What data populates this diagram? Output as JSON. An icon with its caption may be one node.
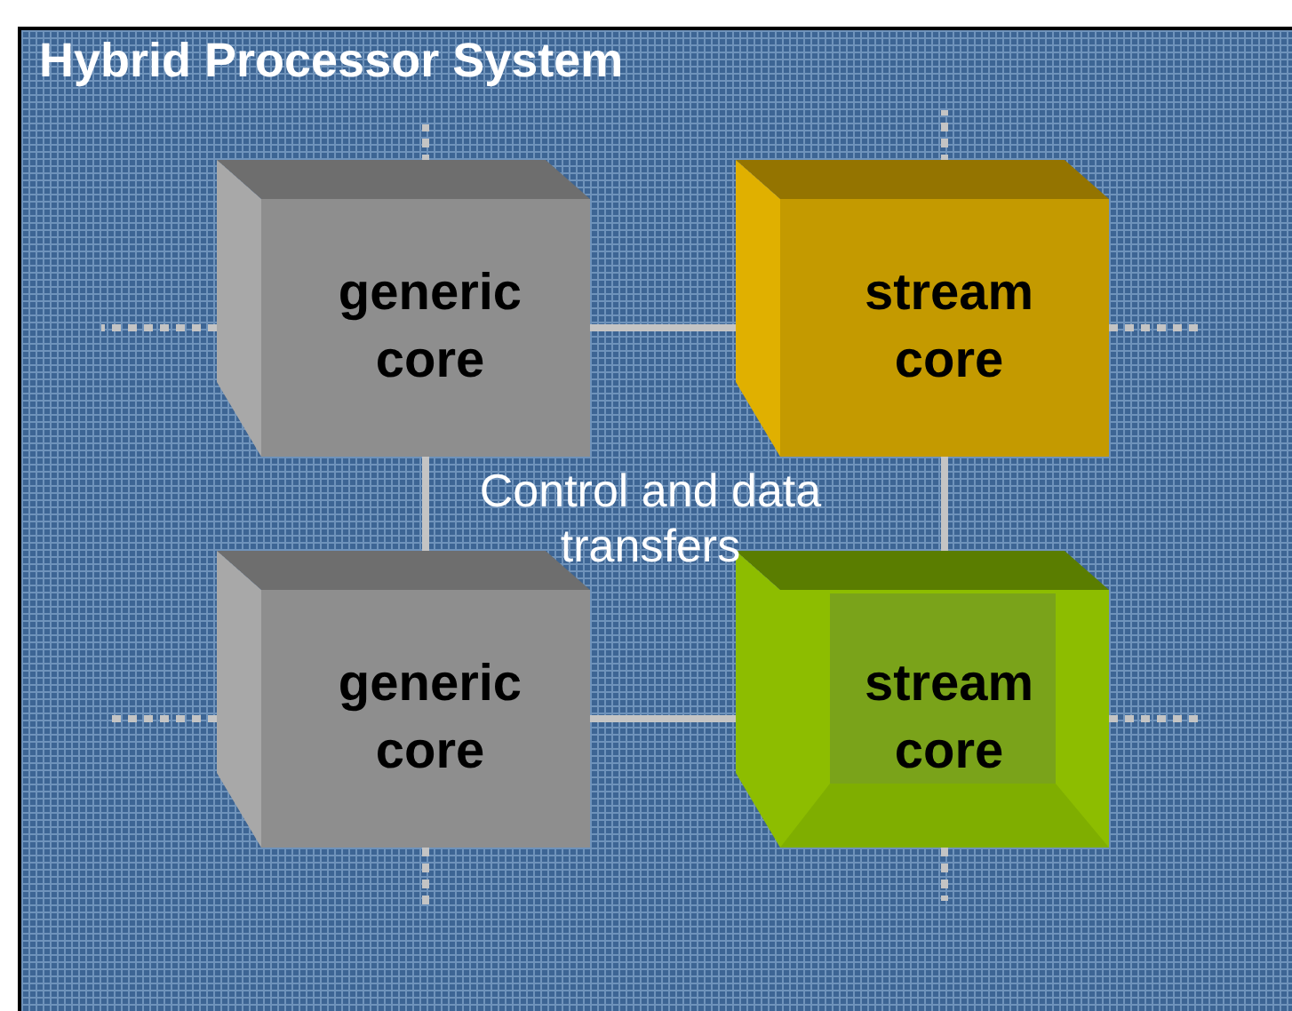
{
  "diagram": {
    "title": "Hybrid Processor System",
    "nodes": [
      {
        "text": [
          "generic core"
        ]
      },
      {
        "text": [
          "stream core"
        ]
      },
      {
        "text": [
          "generic core"
        ]
      },
      {
        "text": [
          "stream core"
        ]
      }
    ],
    "edges": [
      {
        "from": 0,
        "to": 1,
        "arrow": "none"
      },
      {
        "from": 0,
        "to": 2,
        "arrow": "none"
      },
      {
        "from": 1,
        "to": 3,
        "arrow": "none"
      },
      {
        "from": 2,
        "to": 3,
        "arrow": "none"
      },
      {
        "from": 0,
        "to": null,
        "arrow": "none",
        "style": "dashed"
      },
      {
        "from": 0,
        "to": null,
        "arrow": "none",
        "style": "dashed"
      },
      {
        "from": 1,
        "to": null,
        "arrow": "none",
        "style": "dashed"
      },
      {
        "from": 1,
        "to": null,
        "arrow": "none",
        "style": "dashed"
      },
      {
        "from": 2,
        "to": null,
        "arrow": "none",
        "style": "dashed"
      },
      {
        "from": 2,
        "to": null,
        "arrow": "none",
        "style": "dashed"
      },
      {
        "from": 3,
        "to": null,
        "arrow": "none",
        "style": "dashed"
      },
      {
        "from": 3,
        "to": null,
        "arrow": "none",
        "style": "dashed"
      }
    ],
    "labels": [
      "Control and data transfers"
    ]
  }
}
